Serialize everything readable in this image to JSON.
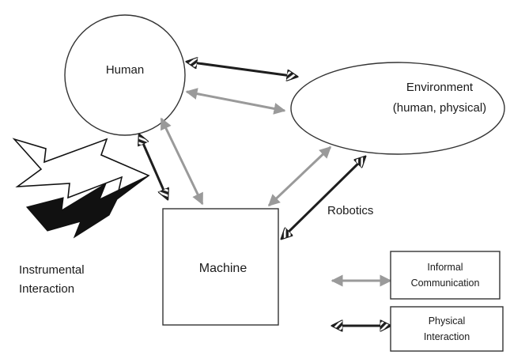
{
  "nodes": {
    "human": "Human",
    "environment": "Environment\n(human, physical)",
    "machine": "Machine"
  },
  "labels": {
    "robotics": "Robotics",
    "instrumental": "Instrumental\nInteraction"
  },
  "legend": {
    "informal": "Informal\nCommunication",
    "physical": "Physical\nInteraction"
  },
  "colors": {
    "physical_arrow": "#1e1e1e",
    "informal_arrow": "#9a9a9a",
    "outline": "#333333"
  },
  "icons": {
    "instrumental": "lightning-bolt-icon"
  }
}
